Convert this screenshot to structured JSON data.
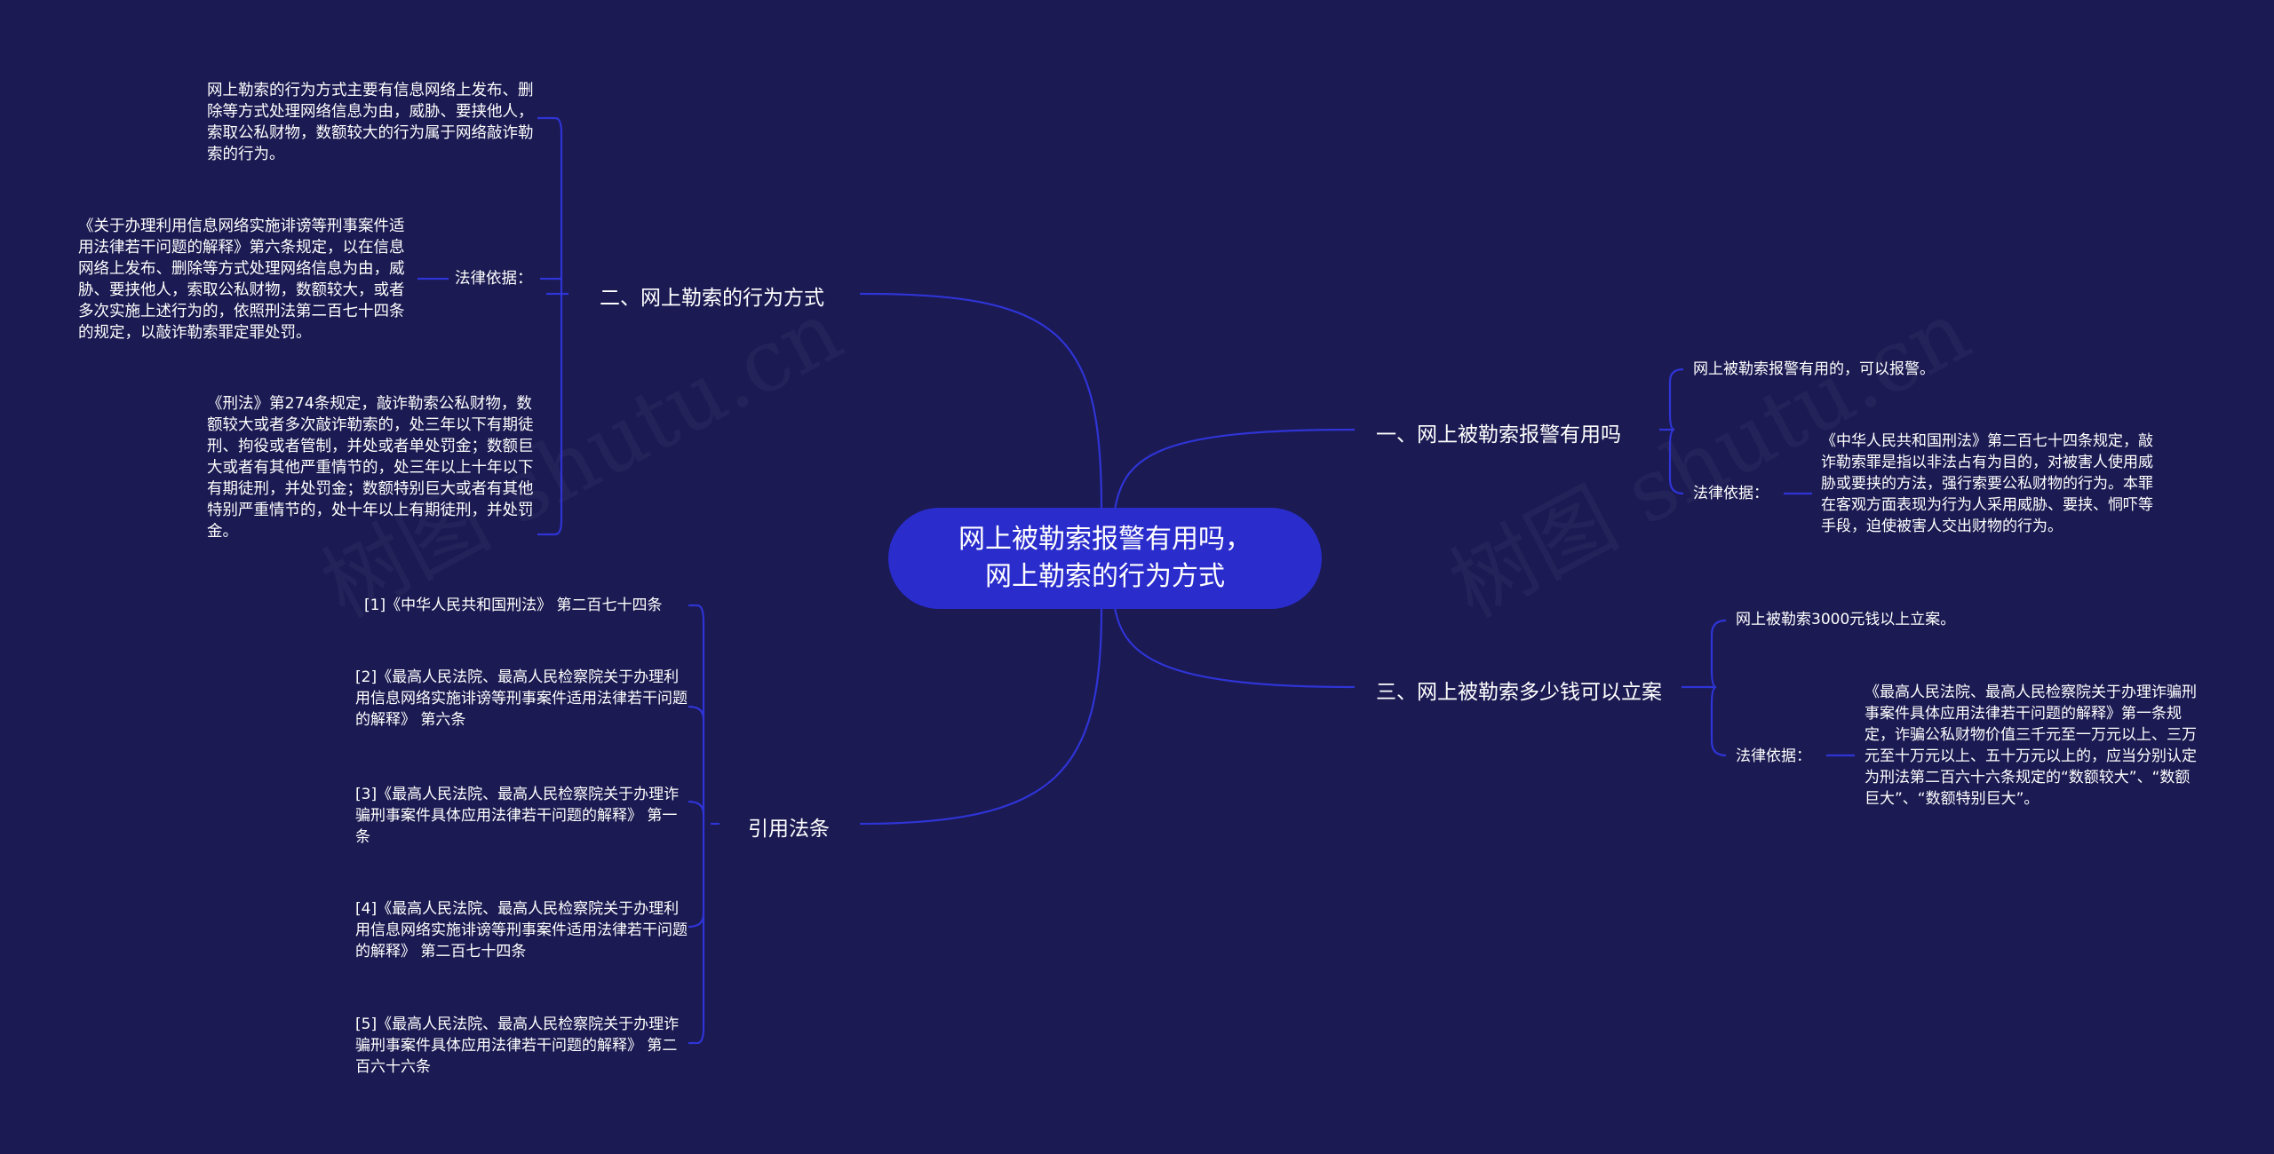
{
  "root": {
    "line1": "网上被勒索报警有用吗，",
    "line2": "网上勒索的行为方式"
  },
  "branch2": {
    "label": "二、网上勒索的行为方式",
    "leaf1": "网上勒索的行为方式主要有信息网络上发布、删除等方式处理网络信息为由，威胁、要挟他人，索取公私财物，数额较大的行为属于网络敲诈勒索的行为。",
    "basis_label": "法律依据：",
    "basis_text": "《关于办理利用信息网络实施诽谤等刑事案件适用法律若干问题的解释》第六条规定，以在信息网络上发布、删除等方式处理网络信息为由，威胁、要挟他人，索取公私财物，数额较大，或者多次实施上述行为的，依照刑法第二百七十四条的规定，以敲诈勒索罪定罪处罚。",
    "leaf3": "《刑法》第274条规定，敲诈勒索公私财物，数额较大或者多次敲诈勒索的，处三年以下有期徒刑、拘役或者管制，并处或者单处罚金；数额巨大或者有其他严重情节的，处三年以上十年以下有期徒刑，并处罚金；数额特别巨大或者有其他特别严重情节的，处十年以上有期徒刑，并处罚金。"
  },
  "branch1": {
    "label": "一、网上被勒索报警有用吗",
    "leaf1": "网上被勒索报警有用的，可以报警。",
    "basis_label": "法律依据：",
    "basis_text": "《中华人民共和国刑法》第二百七十四条规定，敲诈勒索罪是指以非法占有为目的，对被害人使用威胁或要挟的方法，强行索要公私财物的行为。本罪在客观方面表现为行为人采用威胁、要挟、恫吓等手段，迫使被害人交出财物的行为。"
  },
  "branch3": {
    "label": "三、网上被勒索多少钱可以立案",
    "leaf1": "网上被勒索3000元钱以上立案。",
    "basis_label": "法律依据：",
    "basis_text": "《最高人民法院、最高人民检察院关于办理诈骗刑事案件具体应用法律若干问题的解释》第一条规定，诈骗公私财物价值三千元至一万元以上、三万元至十万元以上、五十万元以上的，应当分别认定为刑法第二百六十六条规定的“数额较大”、“数额巨大”、“数额特别巨大”。"
  },
  "branch4": {
    "label": "引用法条",
    "refs": [
      "[1]《中华人民共和国刑法》 第二百七十四条",
      "[2]《最高人民法院、最高人民检察院关于办理利用信息网络实施诽谤等刑事案件适用法律若干问题的解释》 第六条",
      "[3]《最高人民法院、最高人民检察院关于办理诈骗刑事案件具体应用法律若干问题的解释》 第一条",
      "[4]《最高人民法院、最高人民检察院关于办理利用信息网络实施诽谤等刑事案件适用法律若干问题的解释》 第二百七十四条",
      "[5]《最高人民法院、最高人民检察院关于办理诈骗刑事案件具体应用法律若干问题的解释》 第二百六十六条"
    ]
  },
  "watermark": "树图 shutu.cn",
  "colors": {
    "background": "#1b1a52",
    "root_fill": "#2a2ccc",
    "line": "#2f34d6",
    "text": "#ffffff"
  }
}
